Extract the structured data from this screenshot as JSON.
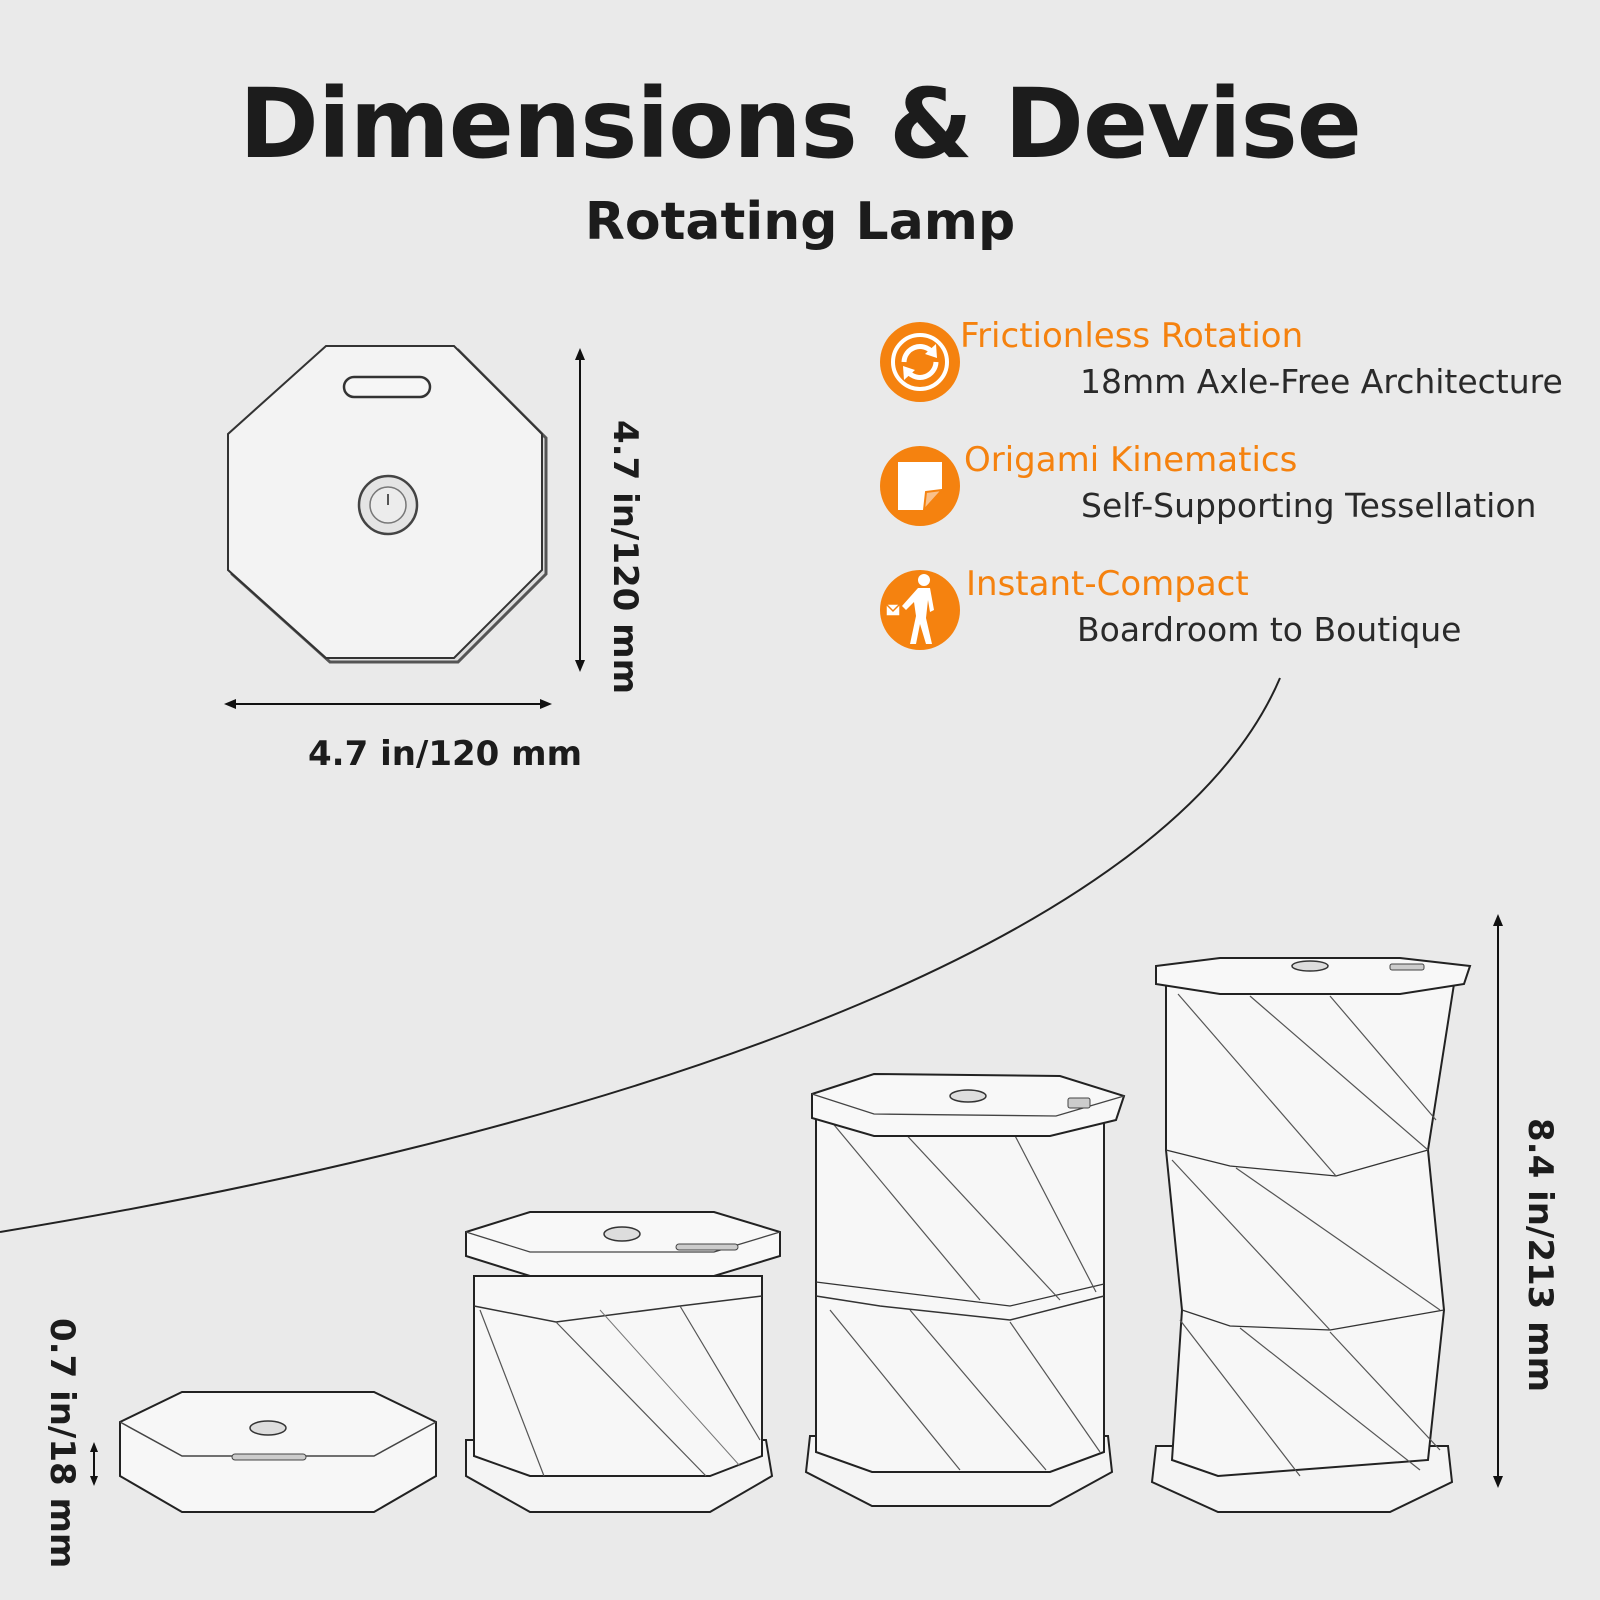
{
  "header": {
    "title": "Dimensions & Devise",
    "subtitle": "Rotating Lamp"
  },
  "dimensions": {
    "top_height": "4.7 in/120 mm",
    "top_width": "4.7 in/120 mm",
    "folded_height": "0.7 in/18 mm",
    "expanded_height": "8.4 in/213 mm"
  },
  "features": [
    {
      "title": "Frictionless Rotation",
      "subtitle": "18mm Axle-Free Architecture",
      "icon": "rotation-icon"
    },
    {
      "title": "Origami Kinematics",
      "subtitle": "Self-Supporting Tessellation",
      "icon": "folded-paper-icon"
    },
    {
      "title": "Instant-Compact",
      "subtitle": "Boardroom to Boutique",
      "icon": "walking-person-icon"
    }
  ],
  "colors": {
    "accent": "#f5820f",
    "background": "#eaeaea",
    "text": "#1c1c1c"
  }
}
